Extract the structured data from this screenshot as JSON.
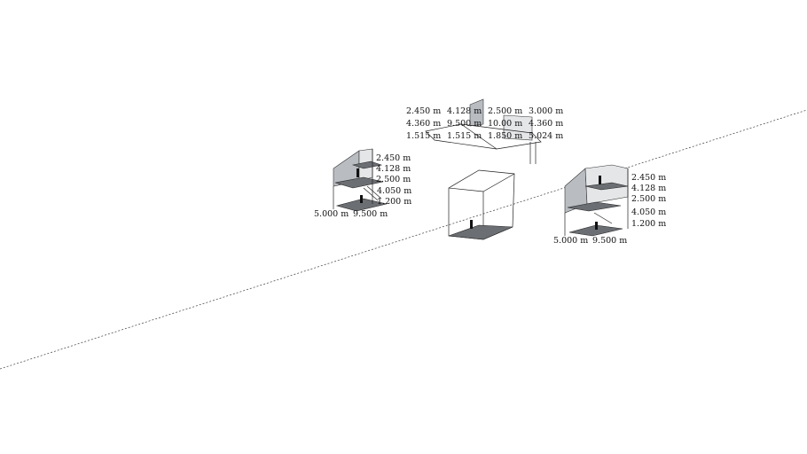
{
  "scene": {
    "colors": {
      "background": "#ffffff",
      "edges": "#222222",
      "wall": "#b9bdc2",
      "floor": "#6b6e72",
      "axis": "#555555"
    },
    "left_building": {
      "dims": [
        "2.450 m",
        "4.128 m",
        "2.500 m",
        "4.050 m",
        "1.200 m",
        "5.000 m",
        "9.500 m"
      ]
    },
    "right_building": {
      "dims": [
        "2.450 m",
        "4.128 m",
        "2.500 m",
        "4.050 m",
        "1.200 m",
        "5.000 m",
        "9.500 m"
      ]
    },
    "middle_cluster": {
      "dims": [
        "2.450 m",
        "4.128 m",
        "2.500 m",
        "3.000 m",
        "4.360 m",
        "9.500 m",
        "10.00 m",
        "4.360 m",
        "1.515 m",
        "1.515 m",
        "1.850 m",
        "5.024 m"
      ]
    }
  }
}
